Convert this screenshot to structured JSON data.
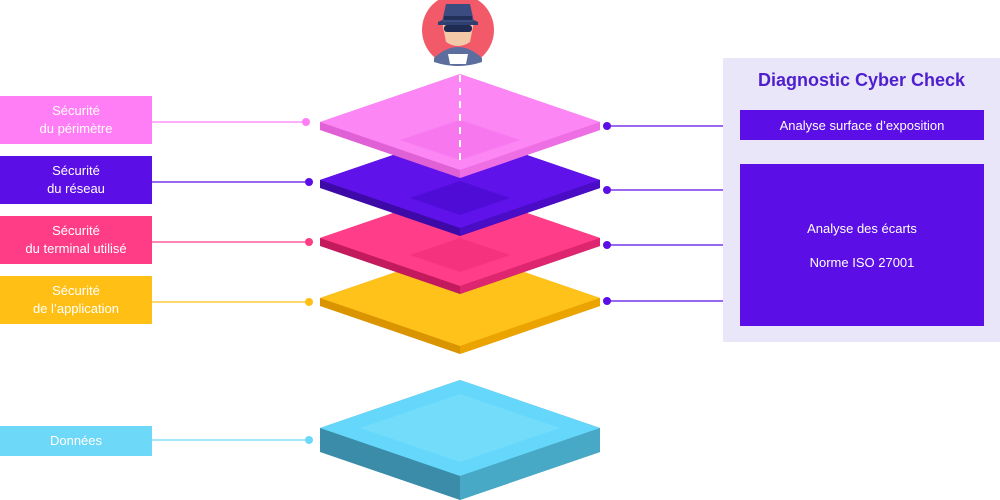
{
  "left_labels": [
    {
      "id": "perimetre",
      "line1": "Sécurité",
      "line2": "du périmètre",
      "color": "#ff7ef5"
    },
    {
      "id": "reseau",
      "line1": "Sécurité",
      "line2": "du réseau",
      "color": "#5b0ee6"
    },
    {
      "id": "terminal",
      "line1": "Sécurité",
      "line2": "du terminal utilisé",
      "color": "#ff3c86"
    },
    {
      "id": "application",
      "line1": "Sécurité",
      "line2": "de l’application",
      "color": "#ffbf14"
    },
    {
      "id": "donnees",
      "line1": "Données",
      "color": "#6dd8f8"
    }
  ],
  "panel": {
    "title": "Diagnostic Cyber Check",
    "surface_label": "Analyse surface d’exposition",
    "ecarts_line1": "Analyse des écarts",
    "ecarts_line2": "Norme ISO 27001",
    "background": "#e8e6f8",
    "box_color": "#5b0ee6"
  },
  "icons": {
    "attacker": "hacker-avatar-icon"
  },
  "colors": {
    "line_purple": "#5b0ee6",
    "perimetre_top": "#ff8af7",
    "reseau_top": "#5f12ea",
    "terminal_top": "#ff3d88",
    "application_top": "#ffc21a",
    "donnees_top": "#64d7fb"
  }
}
